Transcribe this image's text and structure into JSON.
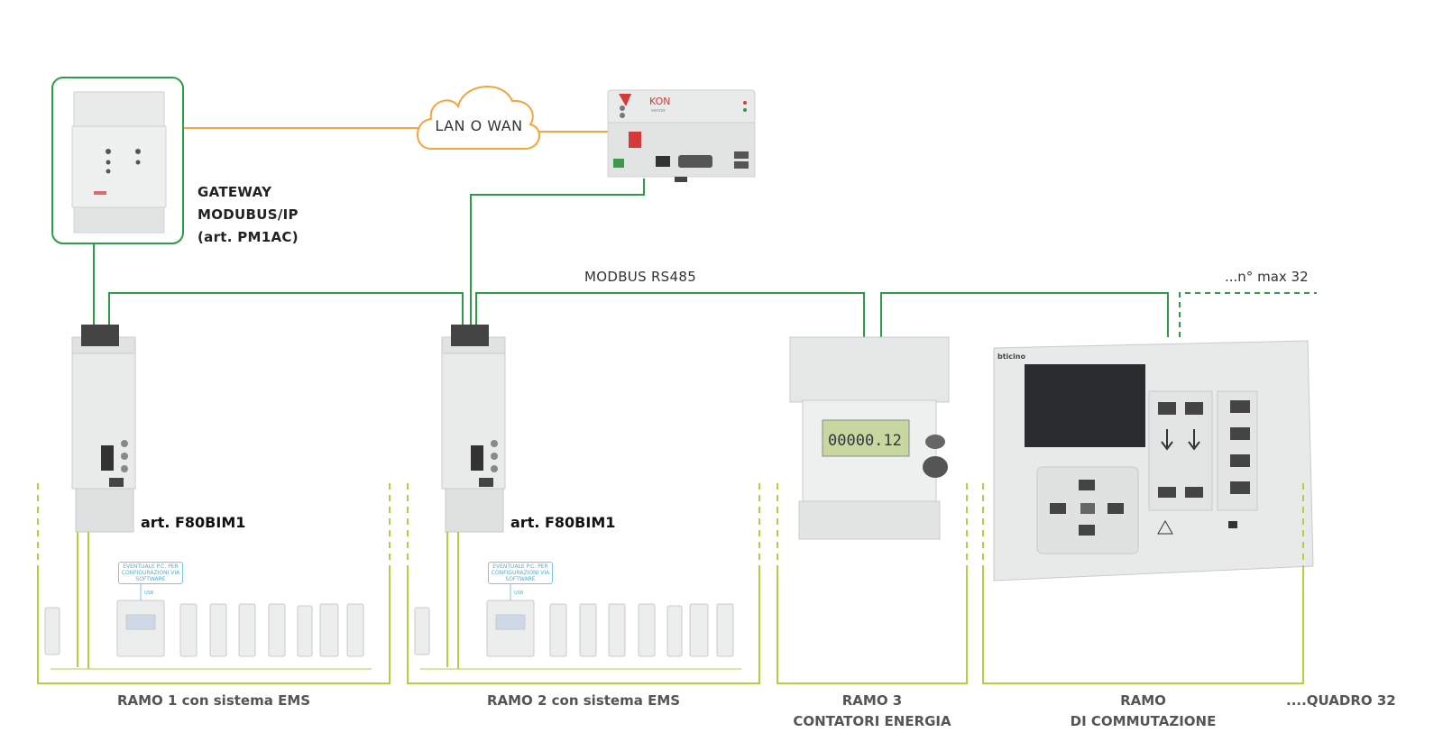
{
  "labels": {
    "gateway_line1": "GATEWAY",
    "gateway_line2": "MODUBUS/IP",
    "gateway_line3": "(art. PM1AC)",
    "cloud": "LAN O WAN",
    "bus": "MODBUS RS485",
    "max_devices": "...n° max 32",
    "module1": "art. F80BIM1",
    "module2": "art. F80BIM1",
    "usb_box_line1": "EVENTUALE P.C. PER",
    "usb_box_line2": "CONFIGURAZIONI VIA",
    "usb_box_line3": "SOFTWARE",
    "usb": "USB"
  },
  "devices": {
    "server_brand": "KON",
    "server_sub": "server",
    "switch_brand": "bticino",
    "meter_display": "00000.12"
  },
  "branches": {
    "branch1": "RAMO 1 con sistema EMS",
    "branch2": "RAMO 2 con sistema EMS",
    "branch3_line1": "RAMO 3",
    "branch3_line2": "CONTATORI ENERGIA",
    "branch4_line1": "RAMO",
    "branch4_line2": "DI COMMUTAZIONE",
    "branch5": "....QUADRO 32"
  },
  "colors": {
    "bus_green": "#2e9a4a",
    "lan_orange": "#f3a63a",
    "branch_lime": "#b6cf3f",
    "device_grey": "#e4e6e6"
  }
}
